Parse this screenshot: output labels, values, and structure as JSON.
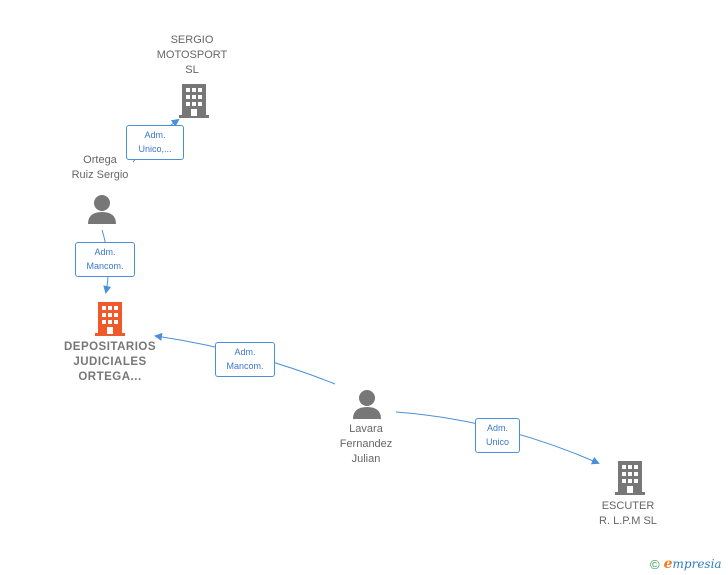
{
  "nodes": {
    "sergio": {
      "label": "SERGIO\nMOTOSPORT\nSL",
      "icon": "building-icon",
      "color": "#777777"
    },
    "ortega": {
      "label": "Ortega\nRuiz Sergio",
      "icon": "person-icon",
      "color": "#777777"
    },
    "depositarios": {
      "label": "DEPOSITARIOS\nJUDICIALES\nORTEGA...",
      "icon": "building-icon",
      "color": "#f05a2a"
    },
    "lavara": {
      "label": "Lavara\nFernandez\nJulian",
      "icon": "person-icon",
      "color": "#777777"
    },
    "escuter": {
      "label": "ESCUTER\nR. L.P.M SL",
      "icon": "building-icon",
      "color": "#777777"
    }
  },
  "edges": {
    "ortega_sergio": {
      "label": "Adm.\nUnico,..."
    },
    "ortega_depositarios": {
      "label": "Adm.\nMancom."
    },
    "lavara_depositarios": {
      "label": "Adm.\nMancom."
    },
    "lavara_escuter": {
      "label": "Adm.\nUnico"
    }
  },
  "edge_color": "#4a90d9",
  "footer": {
    "copyright": "©",
    "brand_initial": "e",
    "brand_rest": "mpresia"
  }
}
